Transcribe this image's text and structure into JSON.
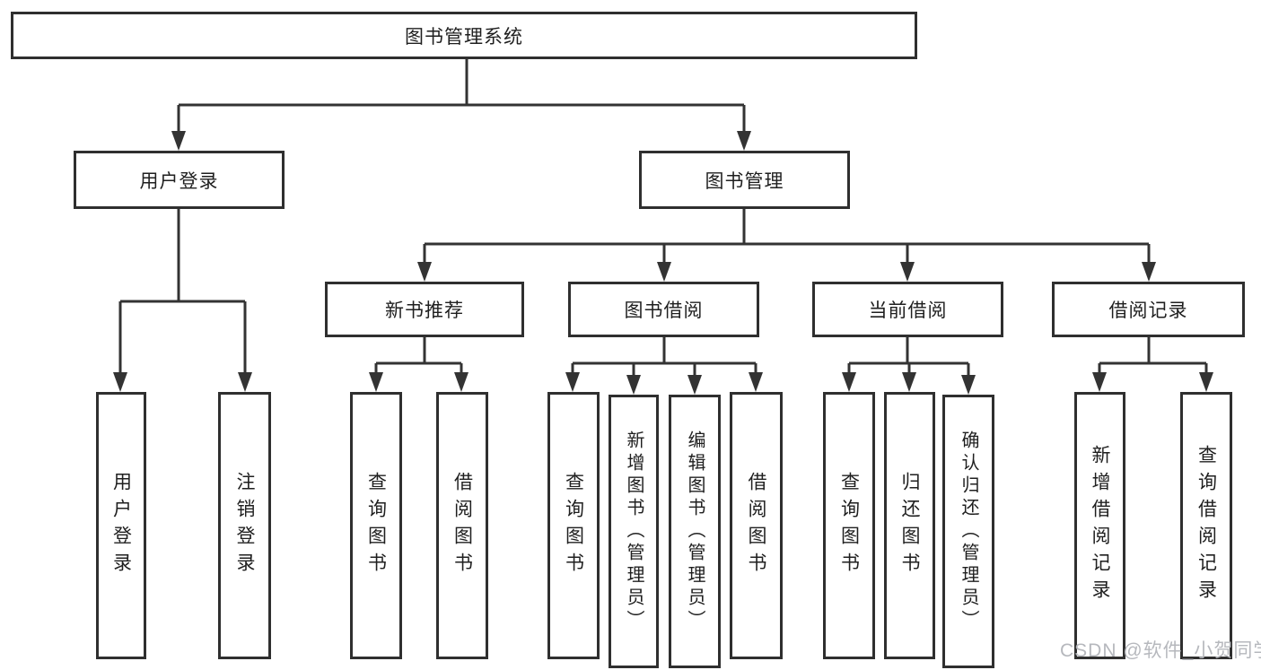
{
  "tree": {
    "root_label": "图书管理系统",
    "branches": [
      {
        "label": "用户登录",
        "children": [
          "用户登录",
          "注销登录"
        ]
      },
      {
        "label": "图书管理",
        "sections": [
          {
            "label": "新书推荐",
            "children": [
              "查询图书",
              "借阅图书"
            ]
          },
          {
            "label": "图书借阅",
            "children": [
              "查询图书",
              "新增图书（管理员）",
              "编辑图书（管理员）",
              "借阅图书"
            ]
          },
          {
            "label": "当前借阅",
            "children": [
              "查询图书",
              "归还图书",
              "确认归还（管理员）"
            ]
          },
          {
            "label": "借阅记录",
            "children": [
              "新增借阅记录",
              "查询借阅记录"
            ]
          }
        ]
      }
    ]
  },
  "watermark": {
    "text": "CSDN @软件_小贺同学"
  },
  "colors": {
    "line": "#333333",
    "box_border": "#2f2f2f",
    "box_fill": "#ffffff",
    "text": "#1f1f1f",
    "background": "#ffffff",
    "watermark": "#b6b8bd"
  }
}
